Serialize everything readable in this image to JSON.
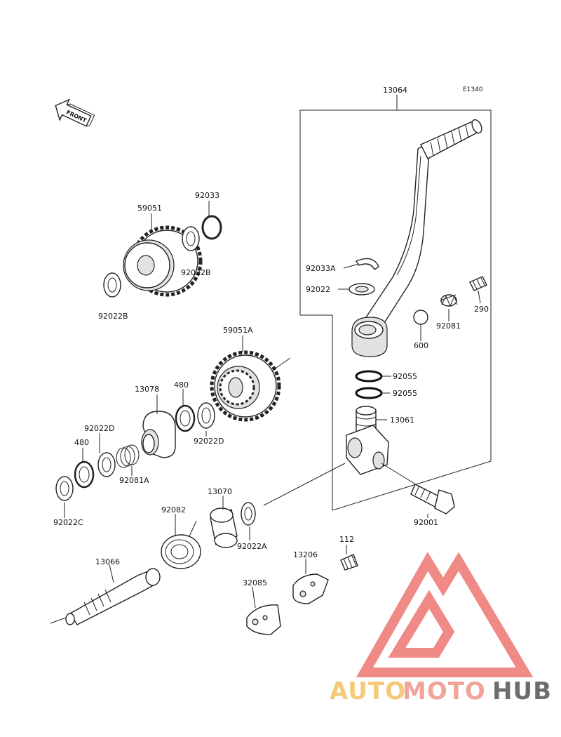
{
  "diagram": {
    "code": "E1340",
    "front_label": "FRONT",
    "parts": [
      {
        "id": "p13064",
        "label": "13064"
      },
      {
        "id": "p92033",
        "label": "92033"
      },
      {
        "id": "p59051",
        "label": "59051"
      },
      {
        "id": "p92022B_a",
        "label": "92022B"
      },
      {
        "id": "p92022B_b",
        "label": "92022B"
      },
      {
        "id": "p92033A",
        "label": "92033A"
      },
      {
        "id": "p92022",
        "label": "92022"
      },
      {
        "id": "p290",
        "label": "290"
      },
      {
        "id": "p92081",
        "label": "92081"
      },
      {
        "id": "p600",
        "label": "600"
      },
      {
        "id": "p59051A",
        "label": "59051A"
      },
      {
        "id": "p92055_a",
        "label": "92055"
      },
      {
        "id": "p92055_b",
        "label": "92055"
      },
      {
        "id": "p13078",
        "label": "13078"
      },
      {
        "id": "p480_a",
        "label": "480"
      },
      {
        "id": "p13061",
        "label": "13061"
      },
      {
        "id": "p92022D_a",
        "label": "92022D"
      },
      {
        "id": "p480_b",
        "label": "480"
      },
      {
        "id": "p92022D_b",
        "label": "92022D"
      },
      {
        "id": "p92081A",
        "label": "92081A"
      },
      {
        "id": "p92022C",
        "label": "92022C"
      },
      {
        "id": "p13070",
        "label": "13070"
      },
      {
        "id": "p92082",
        "label": "92082"
      },
      {
        "id": "p92022A",
        "label": "92022A"
      },
      {
        "id": "p92001",
        "label": "92001"
      },
      {
        "id": "p112",
        "label": "112"
      },
      {
        "id": "p13206",
        "label": "13206"
      },
      {
        "id": "p13066",
        "label": "13066"
      },
      {
        "id": "p32085",
        "label": "32085"
      }
    ]
  },
  "watermark": {
    "part1": "AUTO",
    "part2": "MOTO",
    "part3": "HUB",
    "colors": {
      "auto": "#f5c97a",
      "moto": "#f1a49c",
      "hub": "#6d6d6d",
      "triangle": "#f08a86"
    }
  }
}
